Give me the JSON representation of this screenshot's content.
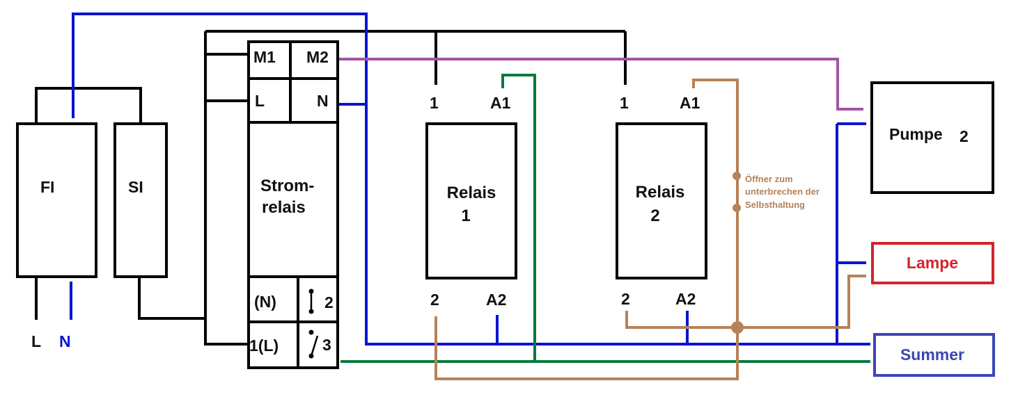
{
  "colors": {
    "black": "#000000",
    "blue": "#0a14d0",
    "green": "#0a7a3c",
    "brown": "#b58259",
    "purple": "#a353a8",
    "lampe_red": "#d4242c",
    "summer_blue": "#3c46b4"
  },
  "fi": {
    "label": "FI"
  },
  "si": {
    "label": "SI"
  },
  "supply": {
    "l": "L",
    "n": "N"
  },
  "stromrelais": {
    "m1": "M1",
    "m2": "M2",
    "l": "L",
    "n": "N",
    "title_line1": "Strom-",
    "title_line2": "relais",
    "n_paren": "(N)",
    "contact_2": "2",
    "one_l": "1(L)",
    "contact_3": "3"
  },
  "relais1": {
    "line1": "Relais",
    "line2": "1",
    "t1": "1",
    "a1": "A1",
    "t2": "2",
    "a2": "A2"
  },
  "relais2": {
    "line1": "Relais",
    "line2": "2",
    "t1": "1",
    "a1": "A1",
    "t2": "2",
    "a2": "A2"
  },
  "note": {
    "line1": "Öffner zum",
    "line2": "unterbrechen der",
    "line3": "Selbsthaltung"
  },
  "pumpe": {
    "label": "Pumpe",
    "num": "2"
  },
  "lampe": {
    "label": "Lampe"
  },
  "summer": {
    "label": "Summer"
  }
}
